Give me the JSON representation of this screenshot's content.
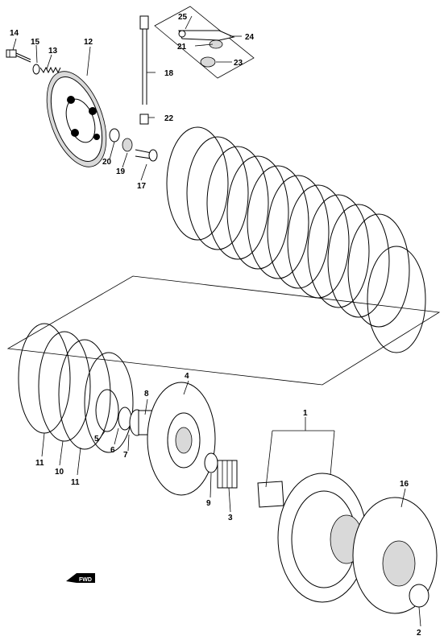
{
  "part_labels": [
    "1",
    "2",
    "3",
    "4",
    "5",
    "6",
    "7",
    "8",
    "9",
    "10",
    "11",
    "11",
    "12",
    "13",
    "14",
    "15",
    "16",
    "17",
    "18",
    "19",
    "20",
    "21",
    "22",
    "23",
    "24",
    "25"
  ],
  "fwd_label": "FWD"
}
